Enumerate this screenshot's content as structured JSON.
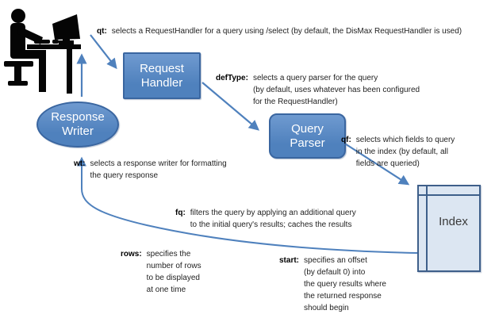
{
  "colors": {
    "node_fill": "#4f81bd",
    "node_fill_light": "#6f9ad0",
    "node_border": "#3a66a0",
    "arrow": "#4f81bd",
    "index_fill": "#dce6f2",
    "index_border": "#3e5f8a",
    "text": "#1f1f1f",
    "node_text": "#ffffff"
  },
  "nodes": {
    "request_handler": {
      "line1": "Request",
      "line2": "Handler"
    },
    "query_parser": {
      "line1": "Query",
      "line2": "Parser"
    },
    "response_writer": {
      "line1": "Response",
      "line2": "Writer"
    },
    "index": {
      "label": "Index"
    }
  },
  "icons": {
    "person": "person-at-computer-icon"
  },
  "annotations": {
    "qt": {
      "term": "qt:",
      "lines": [
        "selects a RequestHandler for a query using /select (by default, the DisMax RequestHandler is used)"
      ]
    },
    "defType": {
      "term": "defType:",
      "lines": [
        "selects a query parser for the query",
        "(by default, uses whatever has been configured",
        "for the RequestHandler)"
      ]
    },
    "qf": {
      "term": "qf:",
      "lines": [
        "selects which fields to query",
        "in the index (by default, all",
        "fields are queried)"
      ]
    },
    "wt": {
      "term": "wt:",
      "lines": [
        "selects a response writer for formatting",
        "the query response"
      ]
    },
    "fq": {
      "term": "fq:",
      "lines": [
        "filters the query by applying an additional query",
        "to the initial query's results; caches the results"
      ]
    },
    "rows": {
      "term": "rows:",
      "lines": [
        "specifies the",
        "number of rows",
        "to be displayed",
        "at one time"
      ]
    },
    "start": {
      "term": "start:",
      "lines": [
        "specifies an offset",
        "(by default 0) into",
        "the query results where",
        "the returned response",
        "should begin"
      ]
    }
  }
}
